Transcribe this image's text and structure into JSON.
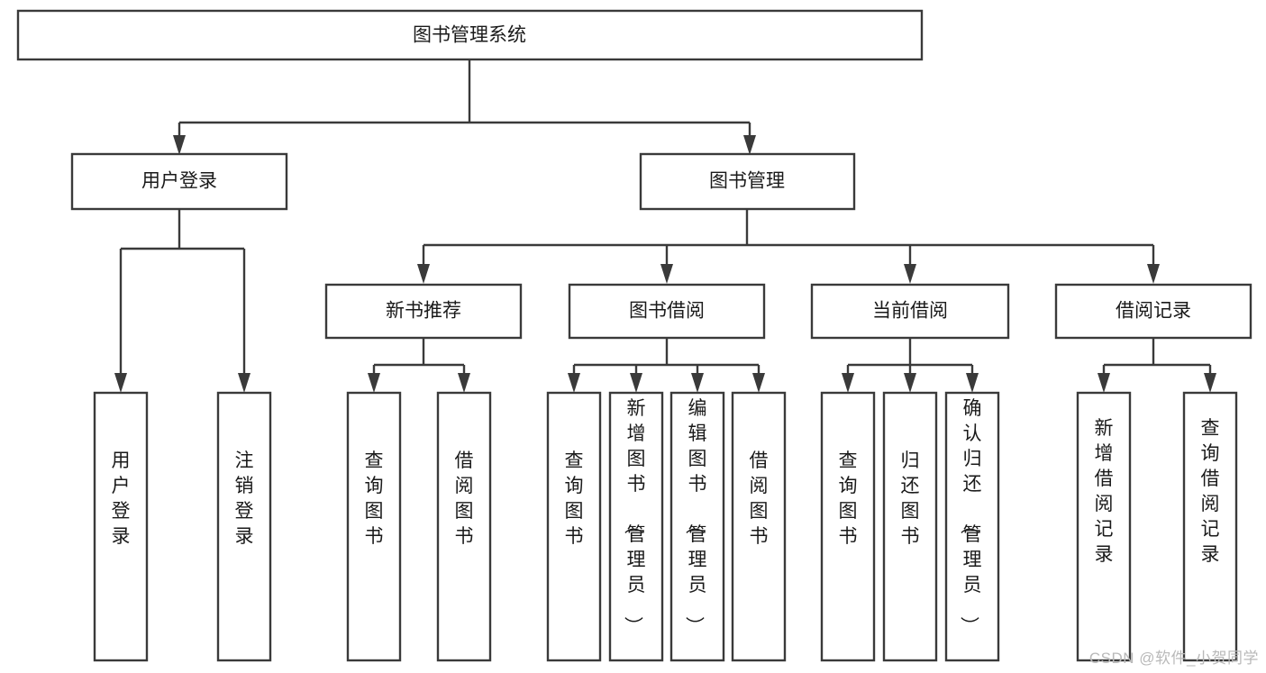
{
  "diagram": {
    "title": "图书管理系统",
    "type": "hierarchy-tree",
    "watermark": "CSDN @软件_小贺同学",
    "colors": {
      "stroke": "#3a3a3a",
      "fill": "#ffffff",
      "text": "#1a1a1a",
      "watermark": "#b9b9b9",
      "background": "#ffffff"
    },
    "levels": {
      "root": "图书管理系统",
      "level2": [
        "用户登录",
        "图书管理"
      ],
      "level3": [
        "新书推荐",
        "图书借阅",
        "当前借阅",
        "借阅记录"
      ],
      "level4_groups": [
        [
          "用户登录",
          "注销登录"
        ],
        [
          "查询图书",
          "借阅图书"
        ],
        [
          "查询图书",
          "新增图书（管理员）",
          "编辑图书（管理员）",
          "借阅图书"
        ],
        [
          "查询图书",
          "归还图书",
          "确认归还（管理员）"
        ],
        [
          "新增借阅记录",
          "查询借阅记录"
        ]
      ]
    },
    "nodes": {
      "root": {
        "label": "图书管理系统"
      },
      "user_login": {
        "label": "用户登录"
      },
      "book_manage": {
        "label": "图书管理"
      },
      "new_book_rec": {
        "label": "新书推荐"
      },
      "book_borrow": {
        "label": "图书借阅"
      },
      "current_borrow": {
        "label": "当前借阅"
      },
      "borrow_record": {
        "label": "借阅记录"
      },
      "leaf_user_login": {
        "label": "用户登录"
      },
      "leaf_logout": {
        "label": "注销登录"
      },
      "leaf_query_book_a": {
        "label": "查询图书"
      },
      "leaf_borrow_book_a": {
        "label": "借阅图书"
      },
      "leaf_query_book_b": {
        "label": "查询图书"
      },
      "leaf_add_book": {
        "label": "新增图书（管理员）"
      },
      "leaf_edit_book": {
        "label": "编辑图书（管理员）"
      },
      "leaf_borrow_book_b": {
        "label": "借阅图书"
      },
      "leaf_query_book_c": {
        "label": "查询图书"
      },
      "leaf_return_book": {
        "label": "归还图书"
      },
      "leaf_confirm_return": {
        "label": "确认归还（管理员）"
      },
      "leaf_add_record": {
        "label": "新增借阅记录"
      },
      "leaf_query_record": {
        "label": "查询借阅记录"
      }
    }
  }
}
